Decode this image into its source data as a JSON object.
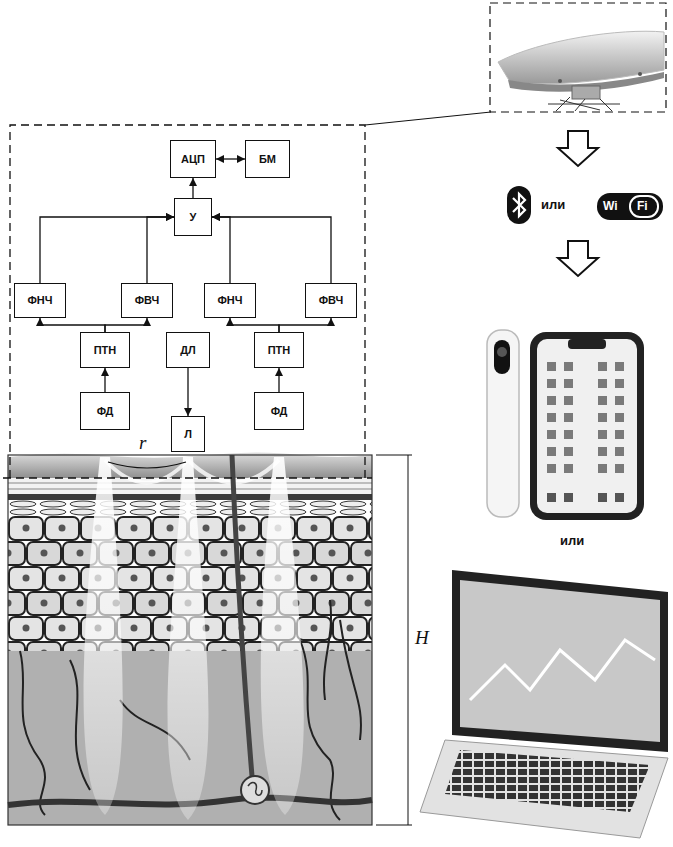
{
  "diagram": {
    "nodes": [
      {
        "text": [
          "АЦП"
        ]
      },
      {
        "text": [
          "БМ"
        ]
      },
      {
        "text": [
          "У"
        ]
      },
      {
        "text": [
          "ФНЧ"
        ]
      },
      {
        "text": [
          "ФВЧ"
        ]
      },
      {
        "text": [
          "ФНЧ"
        ]
      },
      {
        "text": [
          "ФВЧ"
        ]
      },
      {
        "text": [
          "ПТН"
        ]
      },
      {
        "text": [
          "ДЛ"
        ]
      },
      {
        "text": [
          "ПТН"
        ]
      },
      {
        "text": [
          "ФД"
        ]
      },
      {
        "text": [
          "Л"
        ]
      },
      {
        "text": [
          "ФД"
        ]
      }
    ],
    "edges": [
      {
        "from": 10,
        "to": 7,
        "arrow": "to"
      },
      {
        "from": 7,
        "to": 3,
        "arrow": "to"
      },
      {
        "from": 7,
        "to": 4,
        "arrow": "to"
      },
      {
        "from": 3,
        "to": 2,
        "arrow": "to"
      },
      {
        "from": 4,
        "to": 2,
        "arrow": "to"
      },
      {
        "from": 12,
        "to": 9,
        "arrow": "to"
      },
      {
        "from": 9,
        "to": 5,
        "arrow": "to"
      },
      {
        "from": 9,
        "to": 6,
        "arrow": "to"
      },
      {
        "from": 5,
        "to": 2,
        "arrow": "to"
      },
      {
        "from": 6,
        "to": 2,
        "arrow": "to"
      },
      {
        "from": 2,
        "to": 0,
        "arrow": "to"
      },
      {
        "from": 0,
        "to": 1,
        "arrow": "both"
      },
      {
        "from": 8,
        "to": 11,
        "arrow": "to"
      }
    ],
    "labels": [
      "r",
      "H",
      "или",
      "Wi",
      "Fi",
      "или"
    ]
  }
}
